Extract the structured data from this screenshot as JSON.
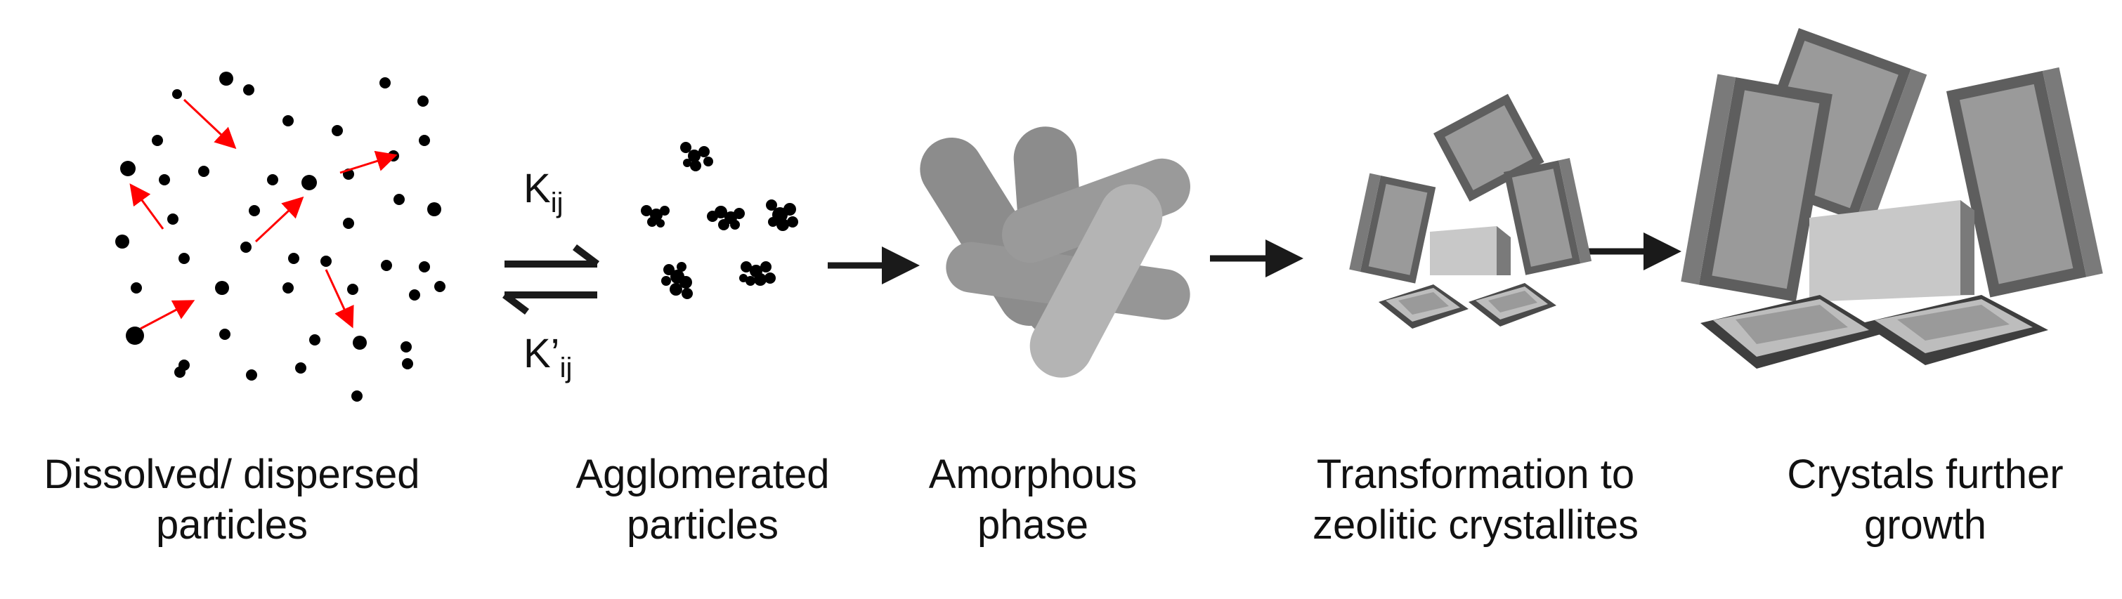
{
  "diagram": {
    "stages": [
      {
        "id": "dissolved",
        "line1": "Dissolved/ dispersed",
        "line2": "particles"
      },
      {
        "id": "agglomerated",
        "line1": "Agglomerated",
        "line2": "particles"
      },
      {
        "id": "amorphous",
        "line1": "Amorphous",
        "line2": "phase"
      },
      {
        "id": "transformation",
        "line1": "Transformation to",
        "line2": "zeolitic crystallites"
      },
      {
        "id": "crystals",
        "line1": "Crystals further",
        "line2": "growth"
      }
    ],
    "rates": {
      "forward": {
        "symbol": "K",
        "subscript": "ij"
      },
      "reverse": {
        "symbol": "K’",
        "subscript": "ij"
      }
    },
    "colors": {
      "particle": "#000000",
      "motion_arrow": "#ff0000",
      "process_arrow": "#1a1a1a",
      "amorphous_dark": "#8c8c8c",
      "amorphous_light": "#b4b4b4",
      "crystal_face": "#9a9a9a",
      "crystal_edge": "#5e5e5e",
      "crystal_light": "#c8c8c8"
    }
  }
}
